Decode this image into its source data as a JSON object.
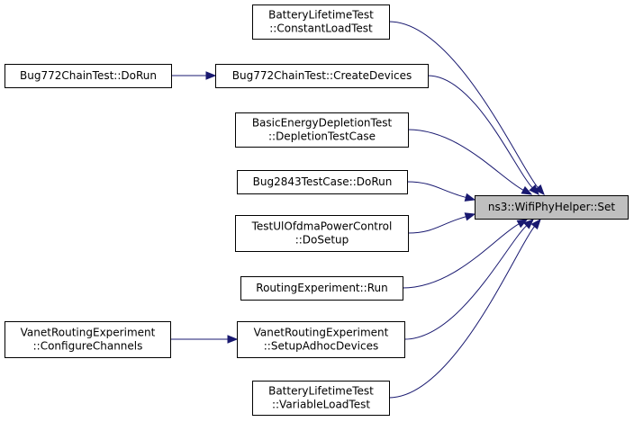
{
  "graph": {
    "colors": {
      "edge": "#191970",
      "target_fill": "#bfbfbf",
      "node_fill": "#ffffff",
      "border": "#000000"
    },
    "target": {
      "id": "set",
      "lines": [
        "ns3::WifiPhyHelper::Set"
      ]
    },
    "nodes": [
      {
        "id": "blc",
        "lines": [
          "BatteryLifetimeTest",
          "::ConstantLoadTest"
        ]
      },
      {
        "id": "cd",
        "lines": [
          "Bug772ChainTest::CreateDevices"
        ]
      },
      {
        "id": "dorun772",
        "lines": [
          "Bug772ChainTest::DoRun"
        ]
      },
      {
        "id": "bed",
        "lines": [
          "BasicEnergyDepletionTest",
          "::DepletionTestCase"
        ]
      },
      {
        "id": "b2843",
        "lines": [
          "Bug2843TestCase::DoRun"
        ]
      },
      {
        "id": "ulofdma",
        "lines": [
          "TestUlOfdmaPowerControl",
          "::DoSetup"
        ]
      },
      {
        "id": "routing",
        "lines": [
          "RoutingExperiment::Run"
        ]
      },
      {
        "id": "vanet_setup",
        "lines": [
          "VanetRoutingExperiment",
          "::SetupAdhocDevices"
        ]
      },
      {
        "id": "vanet_cfg",
        "lines": [
          "VanetRoutingExperiment",
          "::ConfigureChannels"
        ]
      },
      {
        "id": "blv",
        "lines": [
          "BatteryLifetimeTest",
          "::VariableLoadTest"
        ]
      }
    ],
    "edges": [
      {
        "from": "blc",
        "to": "set"
      },
      {
        "from": "cd",
        "to": "set"
      },
      {
        "from": "dorun772",
        "to": "cd"
      },
      {
        "from": "bed",
        "to": "set"
      },
      {
        "from": "b2843",
        "to": "set"
      },
      {
        "from": "ulofdma",
        "to": "set"
      },
      {
        "from": "routing",
        "to": "set"
      },
      {
        "from": "vanet_setup",
        "to": "set"
      },
      {
        "from": "vanet_cfg",
        "to": "vanet_setup"
      },
      {
        "from": "blv",
        "to": "set"
      }
    ]
  }
}
